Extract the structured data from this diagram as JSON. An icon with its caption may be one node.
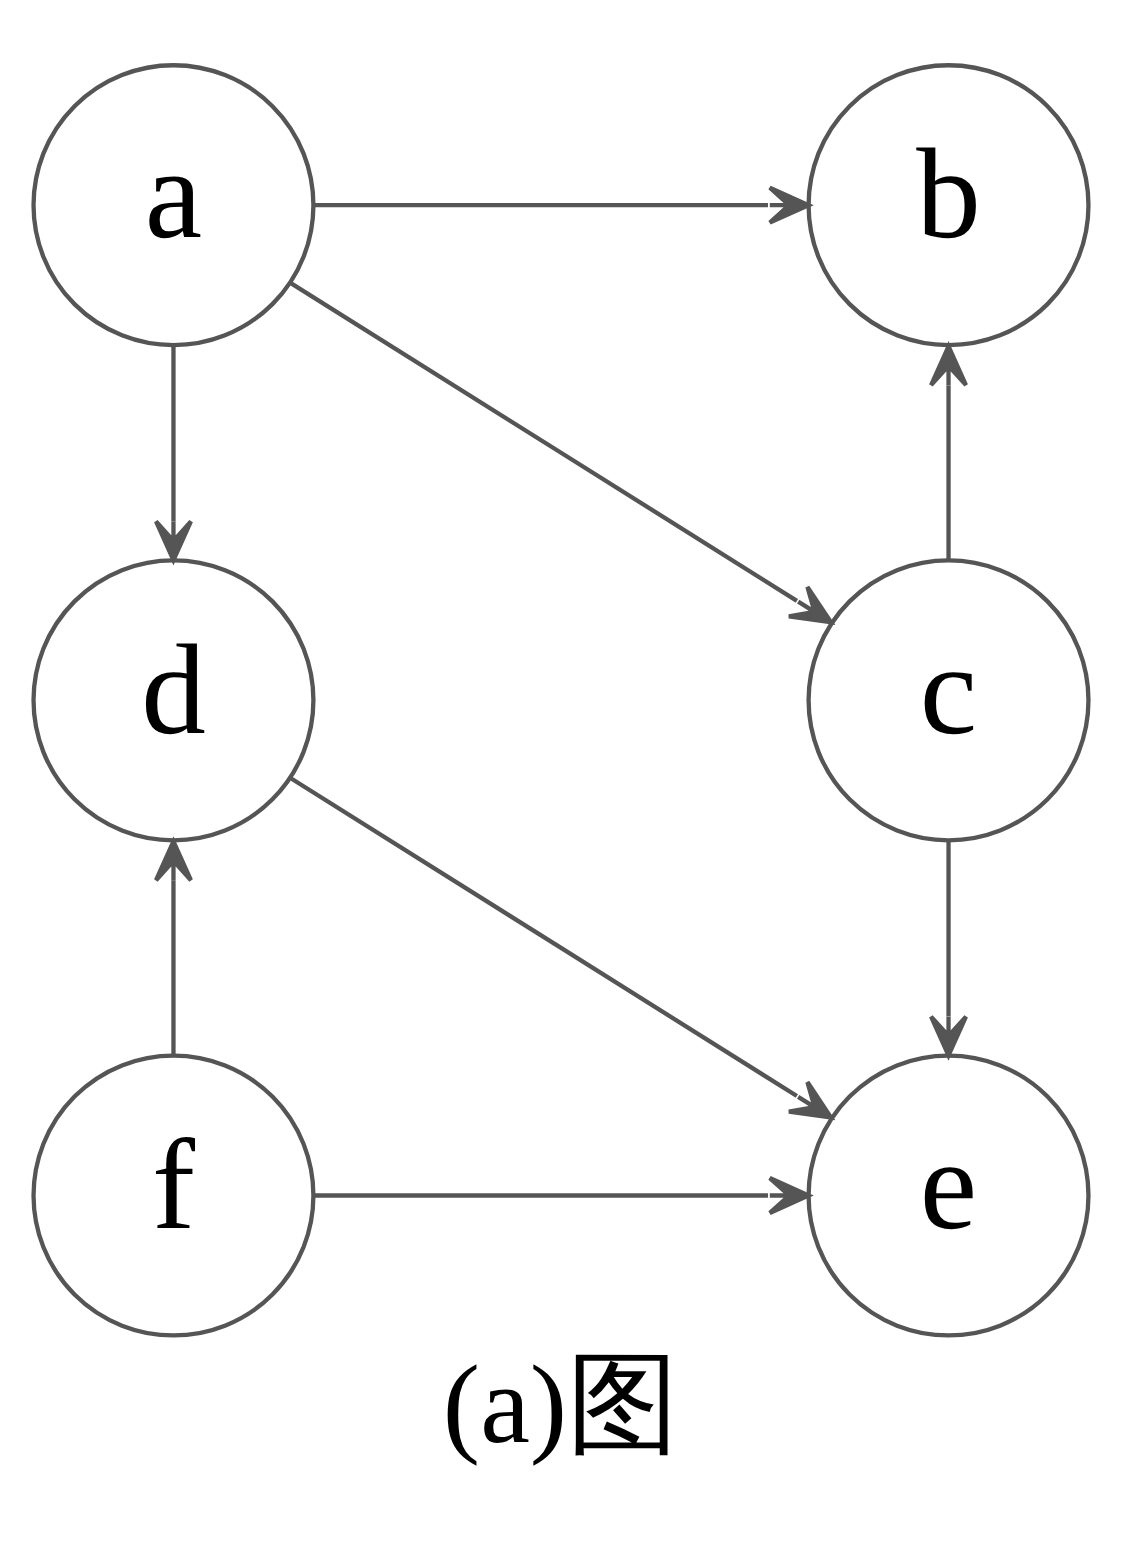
{
  "diagram": {
    "caption": "(a)图",
    "nodes": [
      {
        "text": [
          "a"
        ]
      },
      {
        "text": [
          "b"
        ]
      },
      {
        "text": [
          "d"
        ]
      },
      {
        "text": [
          "c"
        ]
      },
      {
        "text": [
          "f"
        ]
      },
      {
        "text": [
          "e"
        ]
      }
    ],
    "edges": [
      {
        "from": 0,
        "to": 1,
        "arrow": "to"
      },
      {
        "from": 0,
        "to": 2,
        "arrow": "to"
      },
      {
        "from": 0,
        "to": 3,
        "arrow": "to"
      },
      {
        "from": 3,
        "to": 1,
        "arrow": "to"
      },
      {
        "from": 2,
        "to": 5,
        "arrow": "to"
      },
      {
        "from": 3,
        "to": 5,
        "arrow": "to"
      },
      {
        "from": 4,
        "to": 2,
        "arrow": "to"
      },
      {
        "from": 4,
        "to": 5,
        "arrow": "to"
      }
    ]
  }
}
